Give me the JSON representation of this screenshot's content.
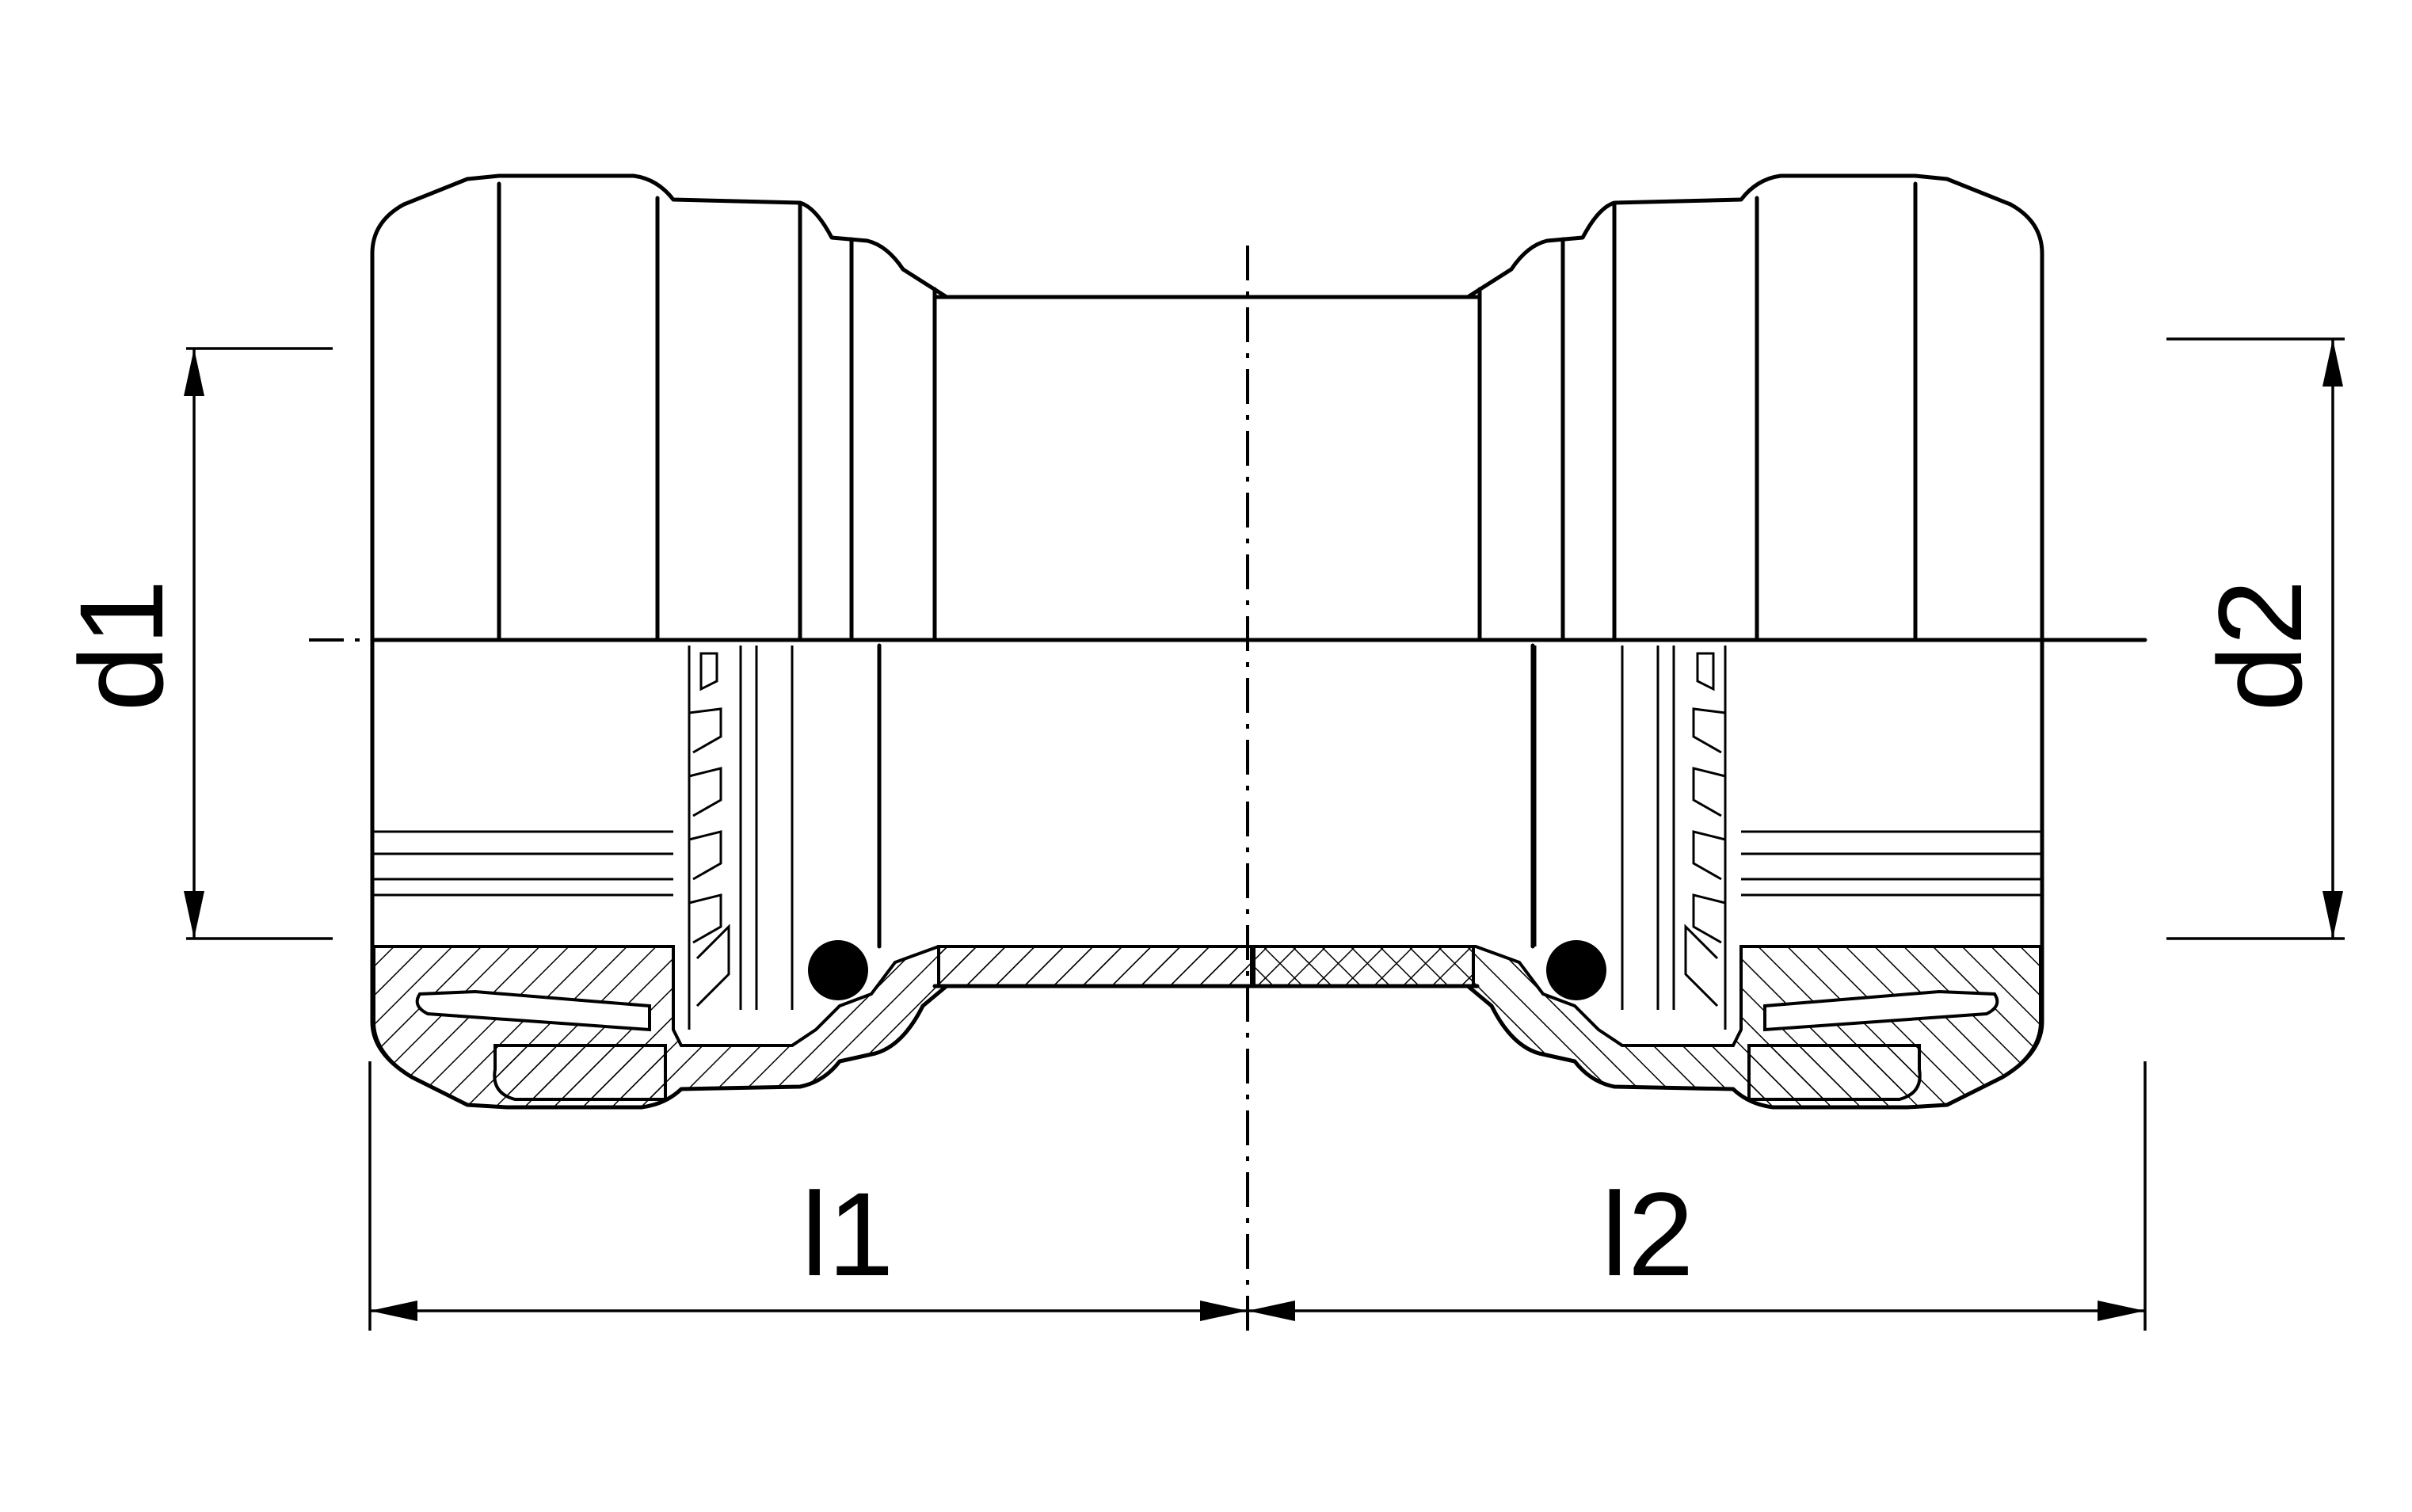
{
  "labels": {
    "d1": "d1",
    "d2": "d2",
    "l1": "l1",
    "l2": "l2"
  },
  "colors": {
    "line": "#000000",
    "background": "#ffffff"
  }
}
